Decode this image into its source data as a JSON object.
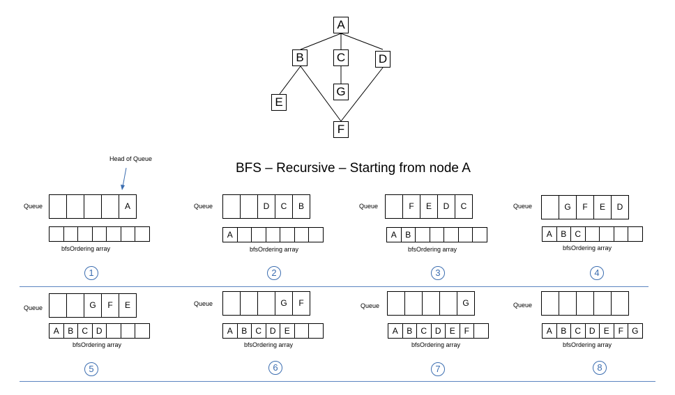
{
  "tree": {
    "nodes": [
      "A",
      "B",
      "C",
      "D",
      "E",
      "G",
      "F"
    ]
  },
  "title": "BFS – Recursive – Starting from node A",
  "head_label": "Head of Queue",
  "queue_label": "Queue",
  "ordering_label": "bfsOrdering array",
  "colors": {
    "accent": "#3b6db0",
    "separator": "#5b84c0"
  },
  "steps": [
    {
      "number": "1",
      "queue": [
        "",
        "",
        "",
        "",
        "A"
      ],
      "ordering": [
        "",
        "",
        "",
        "",
        "",
        "",
        ""
      ]
    },
    {
      "number": "2",
      "queue": [
        "",
        "",
        "D",
        "C",
        "B"
      ],
      "ordering": [
        "A",
        "",
        "",
        "",
        "",
        "",
        ""
      ]
    },
    {
      "number": "3",
      "queue": [
        "",
        "F",
        "E",
        "D",
        "C"
      ],
      "ordering": [
        "A",
        "B",
        "",
        "",
        "",
        "",
        ""
      ]
    },
    {
      "number": "4",
      "queue": [
        "",
        "G",
        "F",
        "E",
        "D"
      ],
      "ordering": [
        "A",
        "B",
        "C",
        "",
        "",
        "",
        ""
      ]
    },
    {
      "number": "5",
      "queue": [
        "",
        "",
        "G",
        "F",
        "E"
      ],
      "ordering": [
        "A",
        "B",
        "C",
        "D",
        "",
        "",
        ""
      ]
    },
    {
      "number": "6",
      "queue": [
        "",
        "",
        "",
        "G",
        "F"
      ],
      "ordering": [
        "A",
        "B",
        "C",
        "D",
        "E",
        "",
        ""
      ]
    },
    {
      "number": "7",
      "queue": [
        "",
        "",
        "",
        "",
        "G"
      ],
      "ordering": [
        "A",
        "B",
        "C",
        "D",
        "E",
        "F",
        ""
      ]
    },
    {
      "number": "8",
      "queue": [
        "",
        "",
        "",
        "",
        ""
      ],
      "ordering": [
        "A",
        "B",
        "C",
        "D",
        "E",
        "F",
        "G"
      ]
    }
  ]
}
